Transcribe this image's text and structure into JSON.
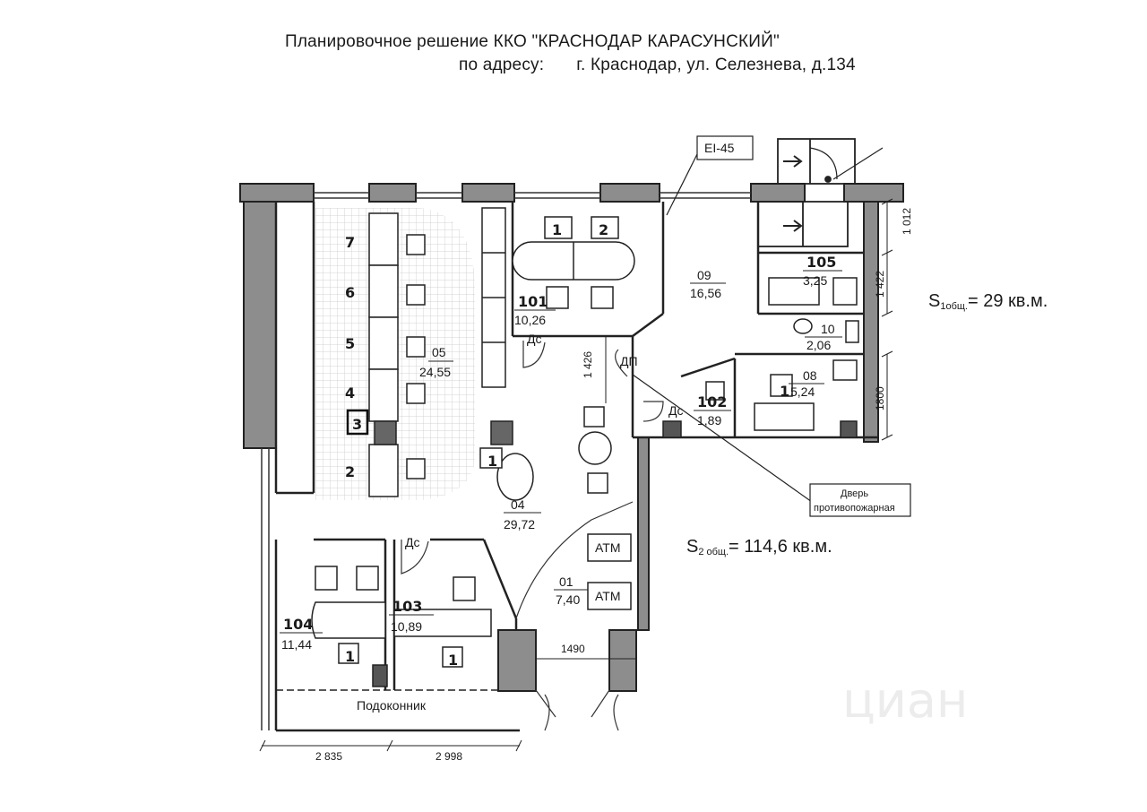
{
  "header": {
    "title": "Планировочное решение ККО \"КРАСНОДАР КАРАСУНСКИЙ\"",
    "address_label": "по адресу:",
    "address": "г. Краснодар, ул. Селезнева, д.134"
  },
  "rooms": [
    {
      "id": "05",
      "area": "24,55"
    },
    {
      "id": "09",
      "area": "16,56"
    },
    {
      "id": "101",
      "area": "10,26"
    },
    {
      "id": "105",
      "area": "3,25"
    },
    {
      "id": "10",
      "area": "2,06"
    },
    {
      "id": "08",
      "area": "5,24"
    },
    {
      "id": "102",
      "area": "1,89"
    },
    {
      "id": "04",
      "area": "29,72"
    },
    {
      "id": "01",
      "area": "7,40"
    },
    {
      "id": "104",
      "area": "11,44"
    },
    {
      "id": "103",
      "area": "10,89"
    }
  ],
  "door_labels": [
    "Дс",
    "Дс",
    "Дс",
    "ДП"
  ],
  "workstations": [
    "7",
    "6",
    "5",
    "4",
    "3",
    "2"
  ],
  "office_marks": [
    "1",
    "2",
    "1",
    "1",
    "1",
    "1"
  ],
  "atm_labels": [
    "ATM",
    "ATM"
  ],
  "callouts": {
    "fire_rating": "EI-45",
    "fire_door_line1": "Дверь",
    "fire_door_line2": "противопожарная"
  },
  "dimensions": [
    "1 012",
    "1 422",
    "1800",
    "1 426",
    "1490",
    "2 835",
    "2 998"
  ],
  "sill_label": "Подоконник",
  "areas": {
    "s1_prefix": "S",
    "s1_sub": "1общ.",
    "s1_value": "= 29 кв.м.",
    "s2_prefix": "S",
    "s2_sub": "2 общ.",
    "s2_value": "= 114,6 кв.м."
  },
  "watermark": "циан"
}
